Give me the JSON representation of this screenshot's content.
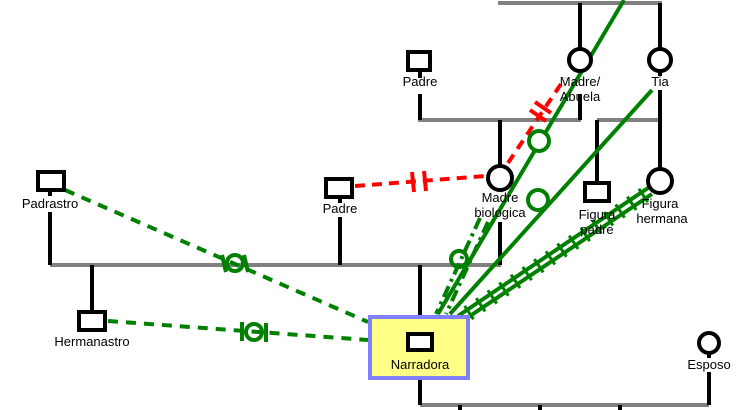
{
  "diagram": {
    "type": "genogram",
    "colors": {
      "bond_line": "#808080",
      "descent_line": "#000000",
      "close_relation": "#008000",
      "conflict_relation": "#ff0000",
      "focus_fill": "#ffff88",
      "focus_border": "#8080ff"
    },
    "people": [
      {
        "id": "padre-top",
        "label": "Padre",
        "shape": "square"
      },
      {
        "id": "madre-abuela",
        "label_lines": [
          "Madre/",
          "Abuela"
        ],
        "shape": "circle"
      },
      {
        "id": "tia",
        "label": "Tia",
        "shape": "circle"
      },
      {
        "id": "padrastro",
        "label": "Padrastro",
        "shape": "square"
      },
      {
        "id": "padre",
        "label": "Padre",
        "shape": "square"
      },
      {
        "id": "madre-biologica",
        "label_lines": [
          "Madre",
          "biologica"
        ],
        "shape": "circle"
      },
      {
        "id": "figura-padre",
        "label_lines": [
          "Figura",
          "padre"
        ],
        "shape": "square"
      },
      {
        "id": "figura-hermana",
        "label_lines": [
          "Figura",
          "hermana"
        ],
        "shape": "circle"
      },
      {
        "id": "hermanastro",
        "label": "Hermanastro",
        "shape": "square"
      },
      {
        "id": "narradora",
        "label": "Narradora",
        "shape": "square",
        "focus": true
      },
      {
        "id": "esposo",
        "label": "Esposo",
        "shape": "circle"
      }
    ],
    "relations": [
      {
        "from": "padre",
        "to": "madre-biologica",
        "kind": "conflict-cutoff",
        "color": "red",
        "style": "dashed"
      },
      {
        "from": "madre-biologica",
        "to": "madre-abuela",
        "kind": "conflict-cutoff",
        "color": "red",
        "style": "dashed"
      },
      {
        "from": "padrastro",
        "to": "narradora",
        "kind": "distant-hostile",
        "color": "green",
        "style": "dashed"
      },
      {
        "from": "hermanastro",
        "to": "narradora",
        "kind": "distant-hostile",
        "color": "green",
        "style": "dashed"
      },
      {
        "from": "madre-biologica",
        "to": "narradora",
        "kind": "distant-hostile",
        "color": "green",
        "style": "dash-dot"
      },
      {
        "from": "madre-abuela",
        "to": "narradora",
        "kind": "close-hostile",
        "color": "green",
        "style": "solid"
      },
      {
        "from": "tia",
        "to": "narradora",
        "kind": "close-hostile",
        "color": "green",
        "style": "solid"
      },
      {
        "from": "figura-hermana",
        "to": "narradora",
        "kind": "fused",
        "color": "green",
        "style": "zigzag"
      }
    ]
  }
}
